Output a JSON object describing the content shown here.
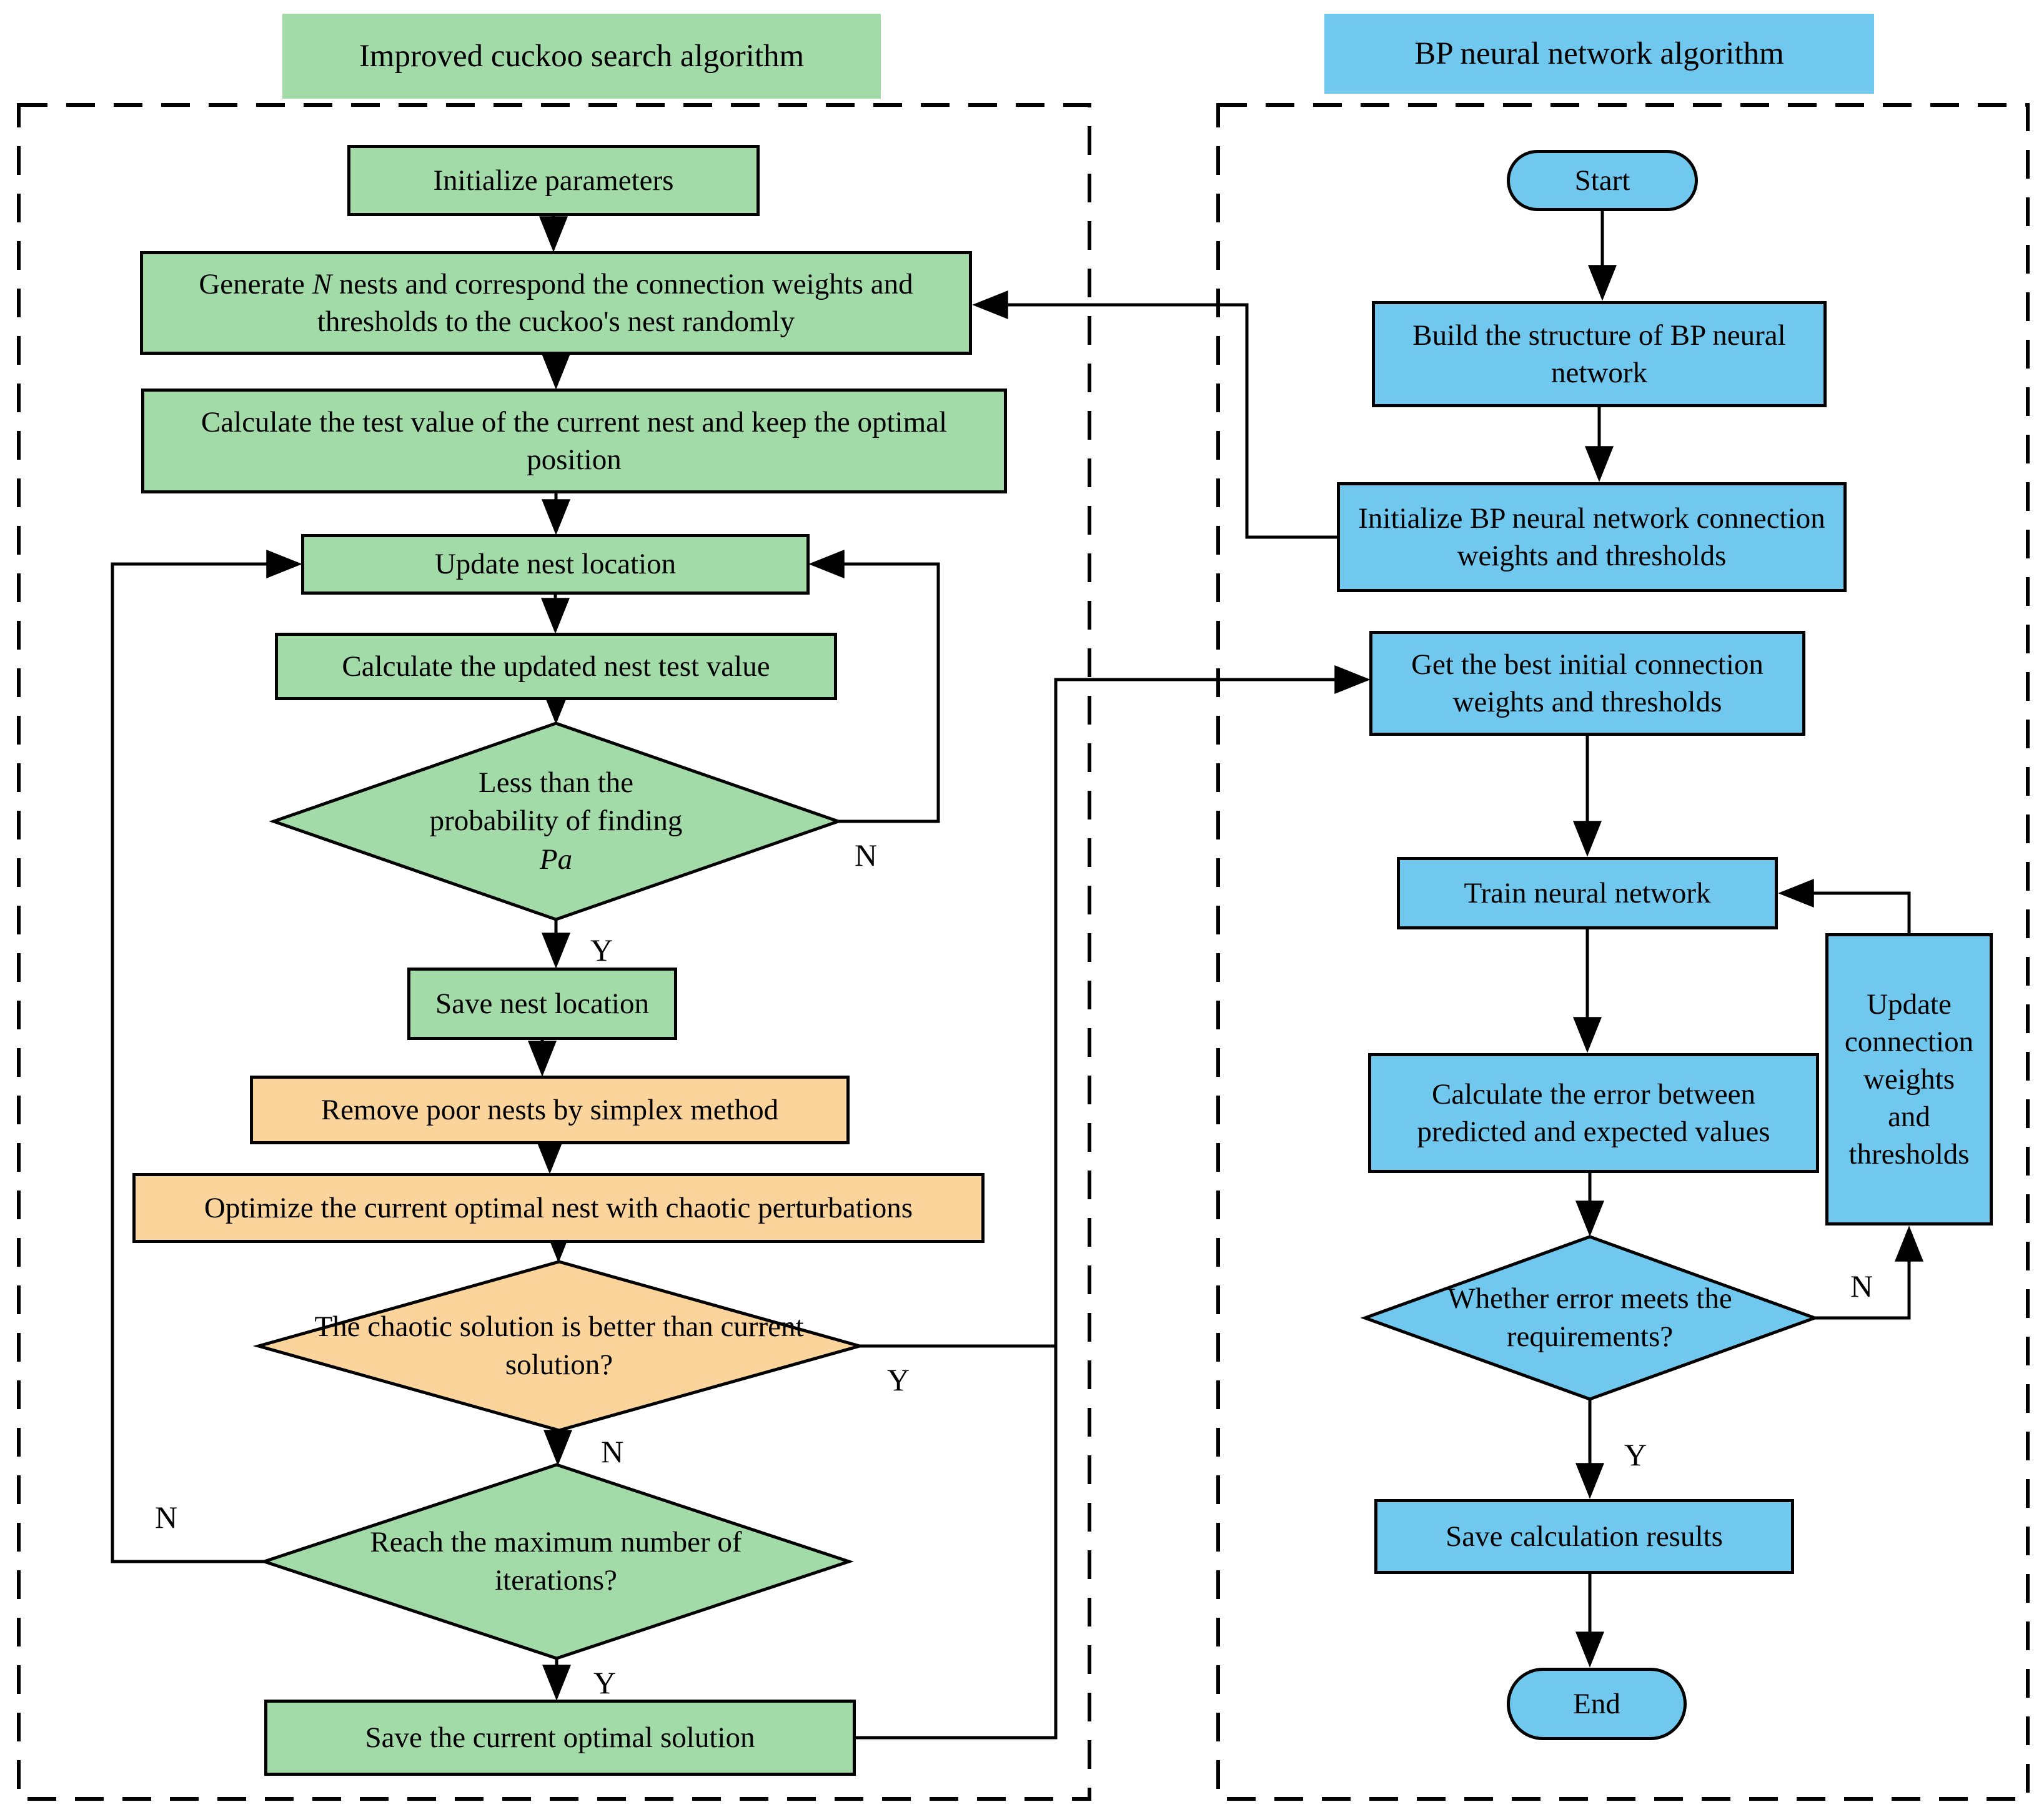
{
  "headers": {
    "left": "Improved cuckoo search algorithm",
    "right": "BP neural network algorithm"
  },
  "colors": {
    "green": "#a2daa8",
    "orange": "#fbd49b",
    "blue": "#70c8ee",
    "line": "#000000"
  },
  "left_panel": {
    "init_params": "Initialize parameters",
    "generate_pre": "Generate ",
    "generate_n": "N",
    "generate_post": " nests and correspond the connection weights and thresholds to the cuckoo's nest randomly",
    "calc_test": "Calculate the test value of the current nest and keep the optimal position",
    "update_nest": "Update nest location",
    "calc_updated": "Calculate the updated nest test value",
    "pa_line1": "Less than the",
    "pa_line2": "probability of finding",
    "pa_line3": "Pa",
    "save_nest": "Save nest location",
    "remove": "Remove poor nests by simplex method",
    "optimize": "Optimize the current optimal nest with chaotic perturbations",
    "chaotic_diamond": "The chaotic solution is better than current solution?",
    "iter_diamond": "Reach the maximum number of iterations?",
    "save_optimal": "Save the current optimal solution"
  },
  "right_panel": {
    "start": "Start",
    "build": "Build the structure of BP neural network",
    "init_bp": "Initialize BP neural network connection weights and thresholds",
    "get_best": "Get the best initial connection weights and thresholds",
    "train": "Train neural network",
    "calc_error": "Calculate the error between predicted and expected values",
    "update_weights": "Update connection weights and thresholds",
    "whether_diamond": "Whether error meets the requirements?",
    "save_calc": "Save calculation results",
    "end": "End"
  },
  "edge_labels": {
    "pa_no": "N",
    "pa_yes": "Y",
    "chaotic_yes": "Y",
    "chaotic_no": "N",
    "iter_no": "N",
    "iter_yes": "Y",
    "whether_no": "N",
    "whether_yes": "Y"
  }
}
